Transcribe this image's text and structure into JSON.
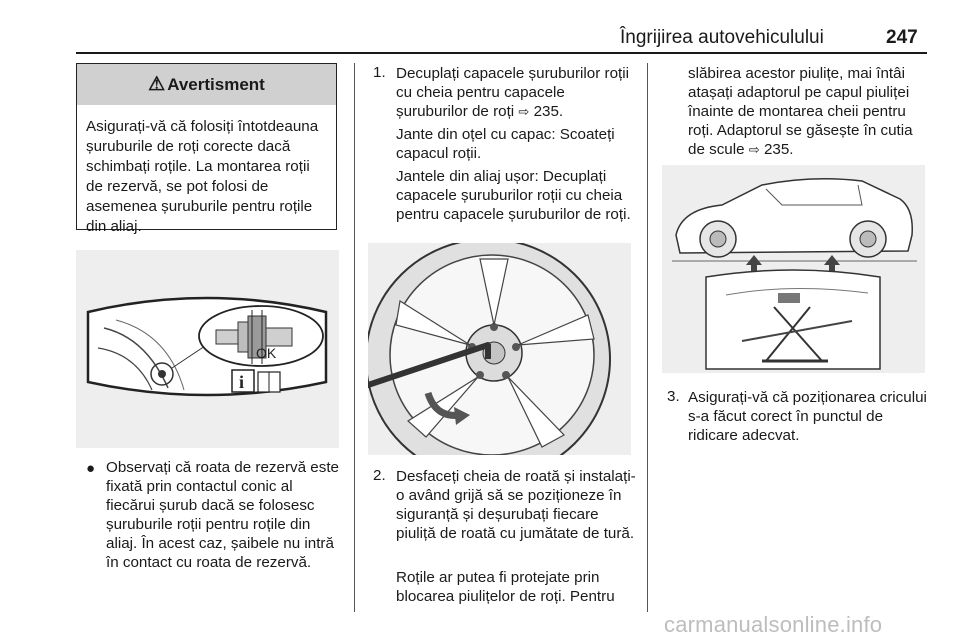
{
  "header": {
    "title": "Îngrijirea autovehiculului",
    "page_number": "247"
  },
  "warning": {
    "icon": "warning-triangle-icon",
    "title": "Avertisment",
    "text": "Asigurați-vă că folosiți întotdeauna șuruburile de roți corecte dacă schimbați roțile. La montarea roții de rezervă, se pot folosi de asemenea șuruburile pentru roțile din aliaj."
  },
  "figure_left": {
    "ok_label": "OK",
    "info_symbol": "i"
  },
  "col1": {
    "bullet_text": "Observați că roata de rezervă este fixată prin contactul conic al fiecărui șurub dacă se folosesc șuruburile roții pentru roțile din aliaj. În acest caz, șaibele nu intră în contact cu roata de rezervă."
  },
  "col2": {
    "step1_number": "1.",
    "step1_text": "Decuplați capacele șuruburilor roții cu cheia pentru capacele șuruburilor de roți",
    "step1_ref": "235.",
    "step1_steel": "Jante din oțel cu capac: Scoateți capacul roții.",
    "step1_alloy": "Jantele din aliaj ușor: Decuplați capacele șuruburilor roții cu cheia pentru capacele șuruburilor de roți.",
    "step2_number": "2.",
    "step2_text": "Desfaceți cheia de roată și instalați-o având grijă să se poziționeze în siguranță și deșurubați fiecare piuliță de roată cu jumătate de tură.",
    "step2_protect": "Roțile ar putea fi protejate prin blocarea piulițelor de roți. Pentru"
  },
  "col3": {
    "continuation_text": "slăbirea acestor piulițe, mai întâi atașați adaptorul pe capul piuliței înainte de montarea cheii pentru roți. Adaptorul se găsește în cutia de scule",
    "continuation_ref": "235.",
    "step3_number": "3.",
    "step3_text": "Asigurați-vă că poziționarea cricului s-a făcut corect în punctul de ridicare adecvat."
  },
  "ref_arrow": "⇨",
  "watermark": "carmanualsonline.info"
}
